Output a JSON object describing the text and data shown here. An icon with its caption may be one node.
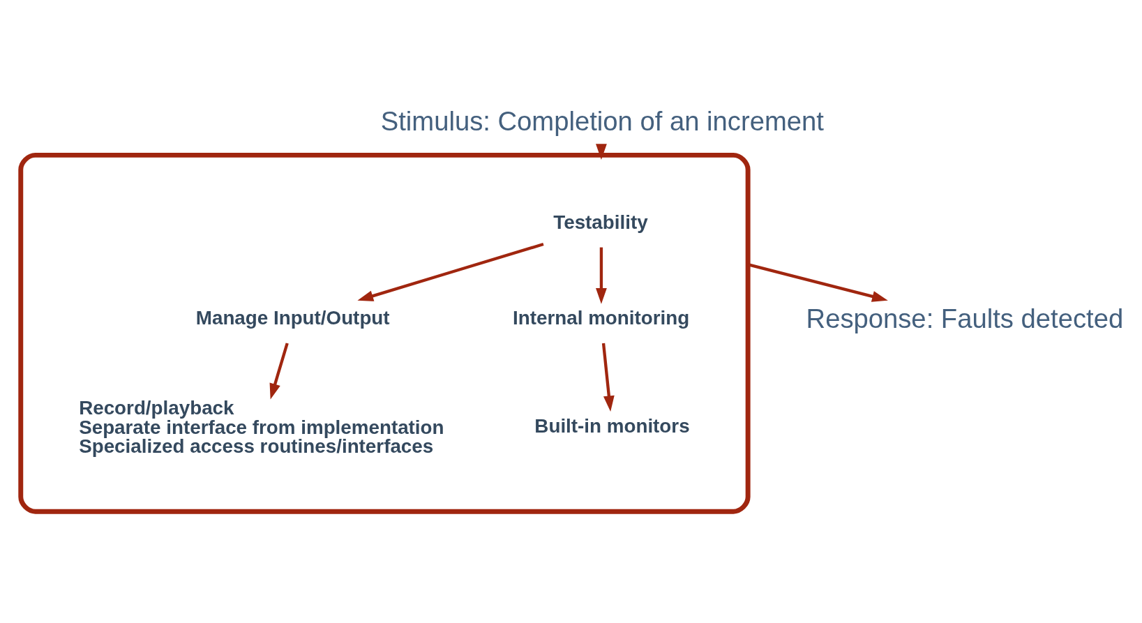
{
  "diagram": {
    "nodes": [
      {
        "text": [],
        "shape": "box"
      },
      {
        "text": [
          "Testability"
        ],
        "in": 0
      },
      {
        "text": [
          "Manage Input/Output"
        ],
        "in": 0
      },
      {
        "text": [
          "Internal monitoring"
        ],
        "in": 0
      },
      {
        "text": [
          "Record/playback",
          "Separate interface from implementation",
          "Specialized access routines/interfaces"
        ],
        "in": 0
      },
      {
        "text": [
          "Built-in monitors"
        ],
        "in": 0
      },
      {
        "text": [
          "Stimulus: Completion of an increment"
        ]
      },
      {
        "text": [
          "Response: Faults detected"
        ]
      }
    ],
    "edges": [
      {
        "from": 6,
        "to": 0,
        "arrow": "to"
      },
      {
        "from": 1,
        "to": 2,
        "arrow": "to"
      },
      {
        "from": 1,
        "to": 3,
        "arrow": "to"
      },
      {
        "from": 2,
        "to": 4,
        "arrow": "to"
      },
      {
        "from": 3,
        "to": 5,
        "arrow": "to"
      },
      {
        "from": 0,
        "to": 7,
        "arrow": "to"
      }
    ]
  }
}
